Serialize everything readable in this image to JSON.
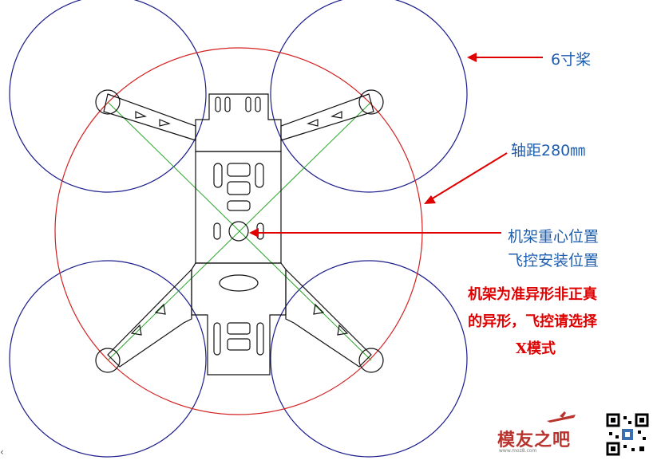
{
  "labels": {
    "prop_size": "6寸桨",
    "wheelbase": "轴距280㎜",
    "cg_line1": "机架重心位置",
    "cg_line2": "飞控安装位置",
    "note_line1": "机架为准异形非正真",
    "note_line2": "的异形，飞控请选择",
    "note_line3": "X模式"
  },
  "watermark": {
    "brand": "模友之吧",
    "site": "www.moz8.com"
  },
  "colors": {
    "prop_circle": "#1c1c8c",
    "wheelbase_circle": "#d42020",
    "diagonal": "#2aa52a",
    "frame": "#111111",
    "arrow": "#e00000",
    "label_blue": "#1f5fb0",
    "label_red": "#e00000"
  }
}
